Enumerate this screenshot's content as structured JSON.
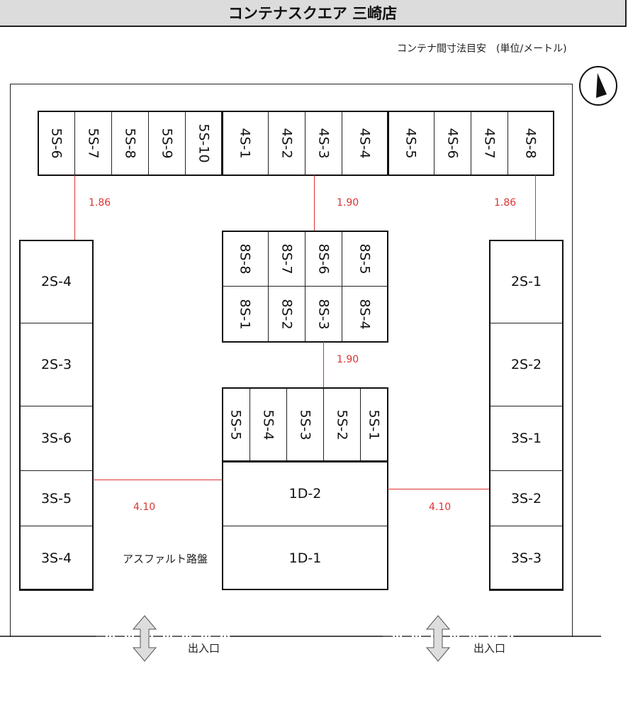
{
  "title": "コンテナスクエア 三崎店",
  "subtitle": "コンテナ間寸法目安　(単位/メートル)",
  "top_row": [
    "5S-6",
    "5S-7",
    "5S-8",
    "5S-9",
    "5S-10",
    "4S-1",
    "4S-2",
    "4S-3",
    "4S-4",
    "4S-5",
    "4S-6",
    "4S-7",
    "4S-8"
  ],
  "center_8s_top": [
    "8S-8",
    "8S-7",
    "8S-6",
    "8S-5"
  ],
  "center_8s_bottom": [
    "8S-1",
    "8S-2",
    "8S-3",
    "8S-4"
  ],
  "center_5s": [
    "5S-5",
    "5S-4",
    "5S-3",
    "5S-2",
    "5S-1"
  ],
  "center_1d": [
    "1D-2",
    "1D-1"
  ],
  "left_column": [
    "2S-4",
    "2S-3",
    "3S-6",
    "3S-5",
    "3S-4"
  ],
  "right_column": [
    "2S-1",
    "2S-2",
    "3S-1",
    "3S-2",
    "3S-3"
  ],
  "dimensions": {
    "left_top": "1.86",
    "center_top": "1.90",
    "right_top": "1.86",
    "center_mid": "1.90",
    "left_mid": "4.10",
    "right_mid": "4.10"
  },
  "surface_label": "アスファルト路盤",
  "entrances": [
    "出入口",
    "出入口"
  ],
  "colors": {
    "dimension": "#dd3333",
    "title_bg": "#dcdcdc"
  }
}
